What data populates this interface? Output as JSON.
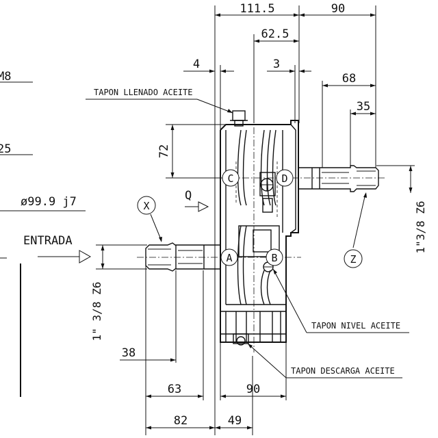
{
  "dimensions": {
    "d_111_5": "111.5",
    "d_90_top": "90",
    "d_62_5": "62.5",
    "d_4": "4",
    "d_3": "3",
    "d_68": "68",
    "d_35": "35",
    "d_72": "72",
    "d_shaft_out": "1\"3/8 Z6",
    "d_shaft_in": "1\" 3/8 Z6",
    "d_38": "38",
    "d_63": "63",
    "d_90_bottom": "90",
    "d_82": "82",
    "d_49": "49"
  },
  "left_edge": {
    "m8": "M8",
    "d25": "25",
    "dia": "ø99.9 j7"
  },
  "labels": {
    "entrada": "ENTRADA",
    "q": "Q",
    "fill_plug": "TAPON LLENADO ACEITE",
    "level_plug": "TAPON NIVEL ACEITE",
    "drain_plug": "TAPON DESCARGA ACEITE"
  },
  "callouts": {
    "a": "A",
    "b": "B",
    "c": "C",
    "d": "D",
    "x": "X",
    "z": "Z"
  }
}
